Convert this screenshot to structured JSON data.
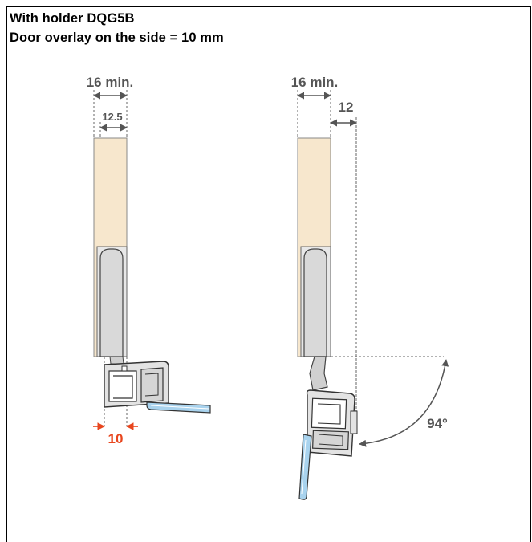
{
  "header": {
    "line1": "With holder DQG5B",
    "line2": "Door overlay on the side = 10 mm"
  },
  "left_diagram": {
    "dim_top": "16 min.",
    "dim_inner": "12.5",
    "dim_overlay": "10"
  },
  "right_diagram": {
    "dim_top": "16 min.",
    "dim_side": "12",
    "angle": "94°"
  },
  "colors": {
    "cabinet": "#f7e7cd",
    "hinge": "#dcdcdc",
    "glass": "#a9d3ee",
    "dimension_gray": "#555555",
    "overlay_accent": "#e8461e",
    "frame": "#000000"
  }
}
